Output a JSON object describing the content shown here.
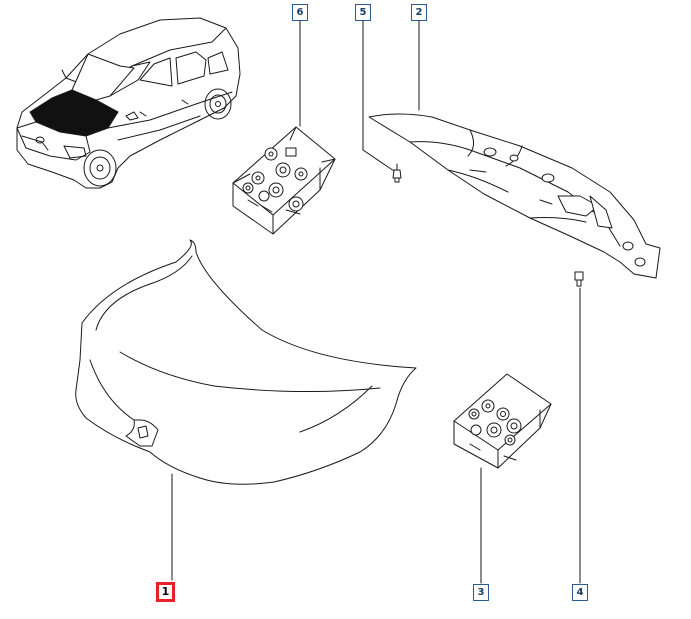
{
  "diagram": {
    "callouts": [
      {
        "id": "1",
        "label": "1",
        "selected": true
      },
      {
        "id": "2",
        "label": "2",
        "selected": false
      },
      {
        "id": "3",
        "label": "3",
        "selected": false
      },
      {
        "id": "4",
        "label": "4",
        "selected": false
      },
      {
        "id": "5",
        "label": "5",
        "selected": false
      },
      {
        "id": "6",
        "label": "6",
        "selected": false
      }
    ],
    "colors": {
      "line": "#1a1a1a",
      "callout_border": "#2a5d8f",
      "selected_border": "#e8202a"
    }
  }
}
